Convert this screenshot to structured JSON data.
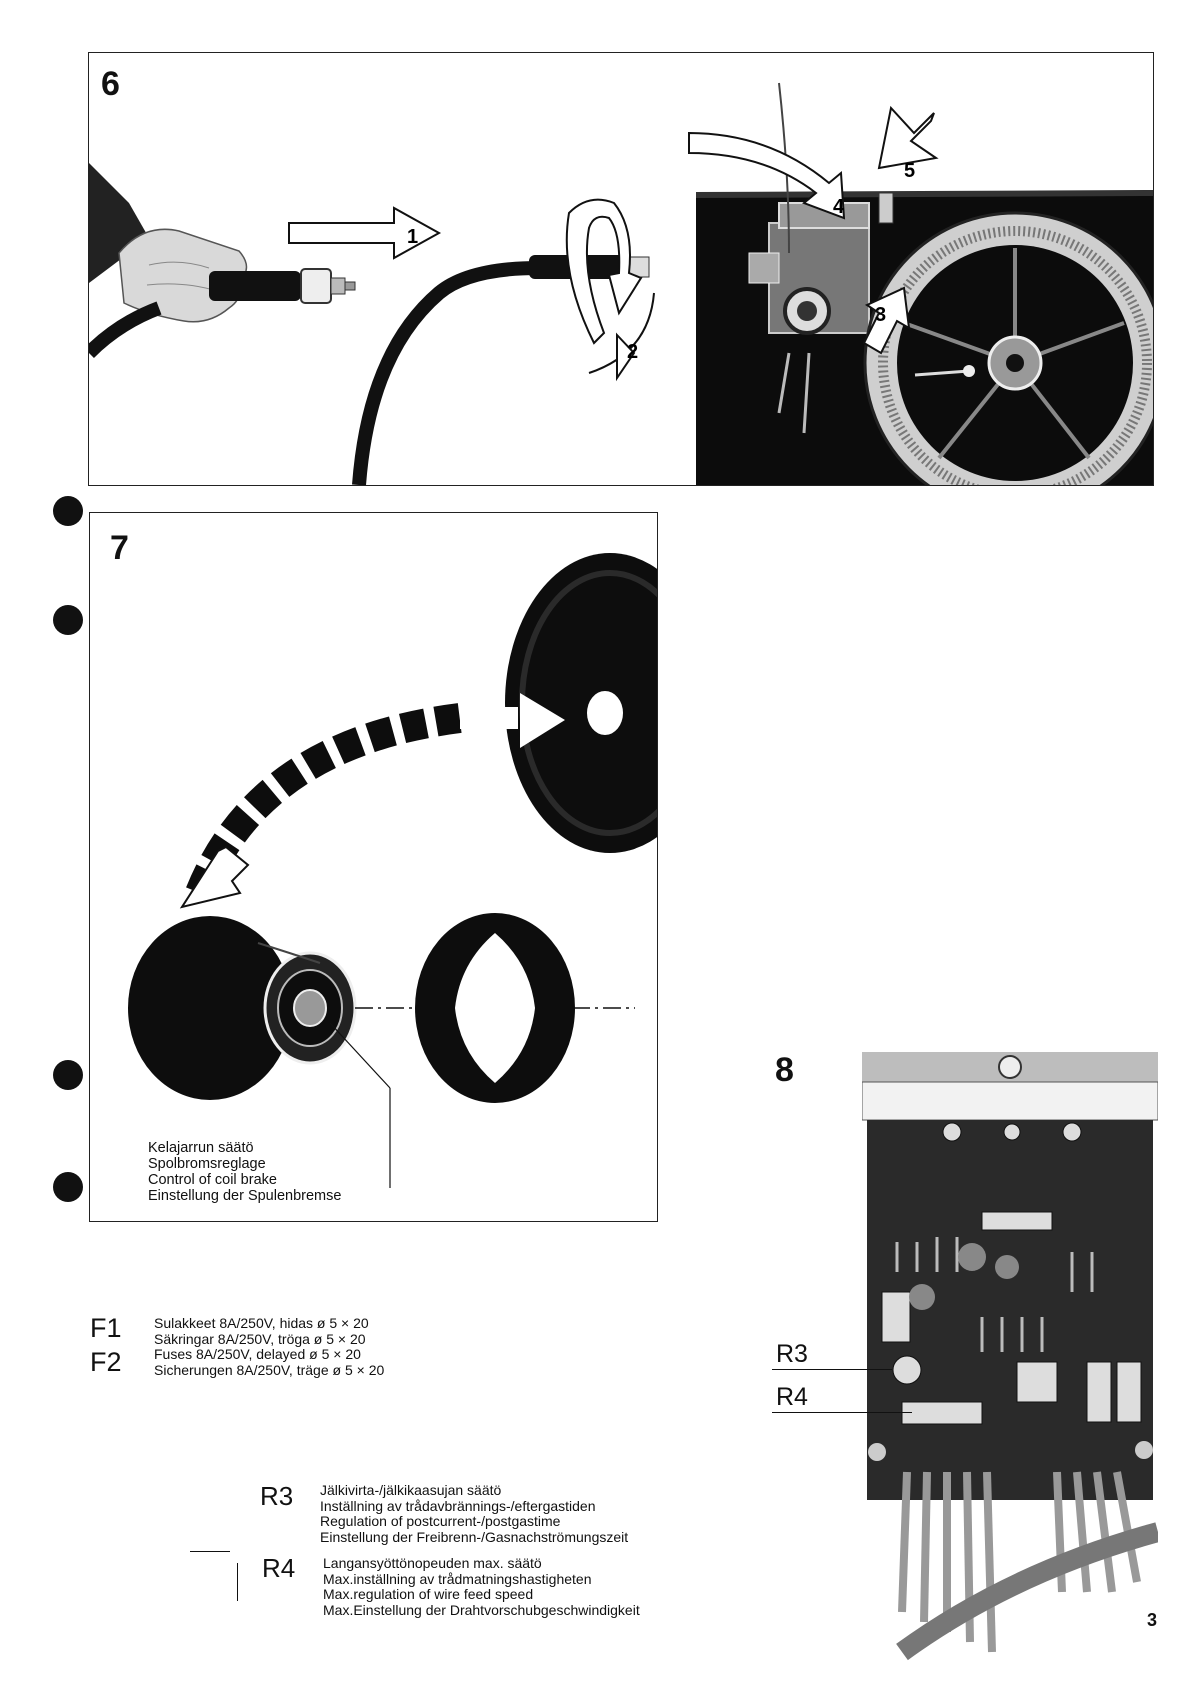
{
  "page_number": "3",
  "figures": [
    {
      "number": "6",
      "callouts": [
        "1",
        "2",
        "3",
        "4",
        "5"
      ]
    },
    {
      "number": "7",
      "caption": [
        "Kelajarrun säätö",
        "Spolbromsreglage",
        "Control of coil brake",
        "Einstellung der Spulenbremse"
      ]
    },
    {
      "number": "8",
      "labels": [
        "R3",
        "R4"
      ]
    }
  ],
  "fuses": {
    "labels": [
      "F1",
      "F2"
    ],
    "lines": [
      "Sulakkeet 8A/250V, hidas ø 5 × 20",
      "Säkringar 8A/250V, tröga ø 5 × 20",
      "Fuses 8A/250V, delayed ø 5 × 20",
      "Sicherungen 8A/250V, träge ø 5 × 20"
    ]
  },
  "potentiometers": [
    {
      "label": "R3",
      "lines": [
        "Jälkivirta-/jälkikaasujan säätö",
        "Inställning av trådavbrännings-/eftergastiden",
        "Regulation of postcurrent-/postgastime",
        "Einstellung der Freibrenn-/Gasnachströmungszeit"
      ]
    },
    {
      "label": "R4",
      "lines": [
        "Langansyöttönopeuden max. säätö",
        "Max.inställning av trådmatningshastigheten",
        "Max.regulation of wire feed speed",
        "Max.Einstellung der Drahtvorschubgeschwindigkeit"
      ]
    }
  ]
}
